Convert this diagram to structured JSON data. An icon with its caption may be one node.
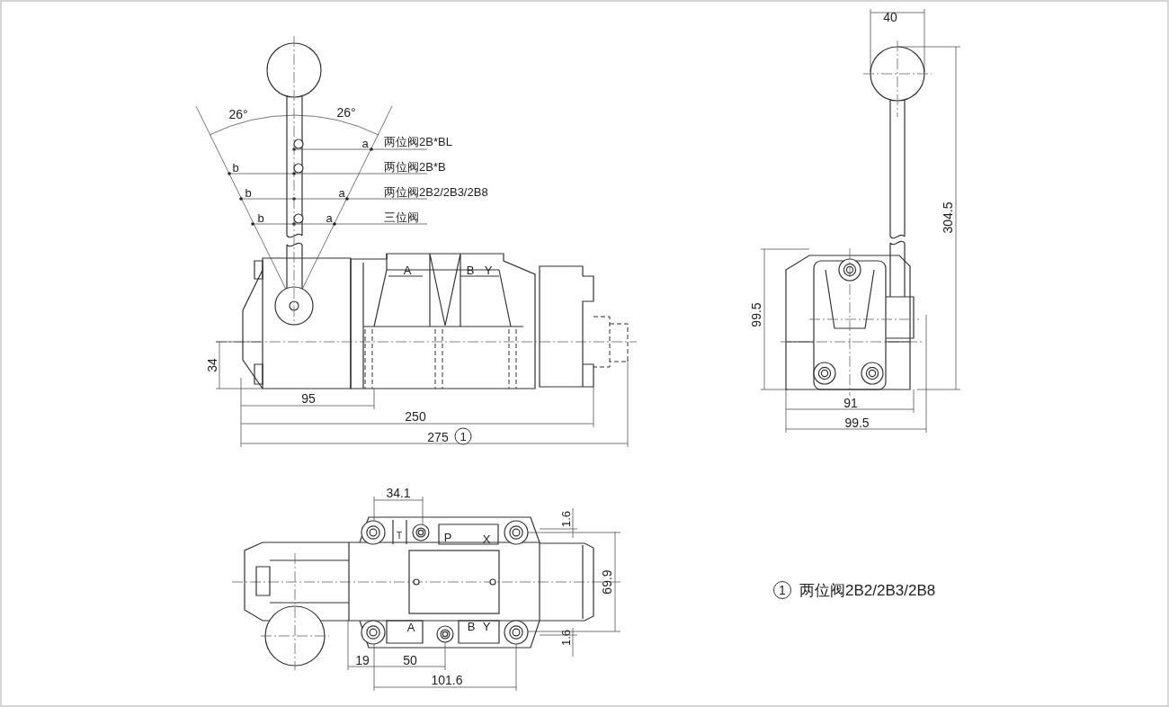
{
  "diagram": {
    "labels": [
      "26°",
      "26°",
      "a",
      "两位阀2B*BL",
      "b",
      "两位阀2B*B",
      "b",
      "a",
      "两位阀2B2/2B3/2B8",
      "b",
      "a",
      "三位阀",
      "A",
      "B",
      "Y",
      "34",
      "95",
      "250",
      "275",
      "1",
      "40",
      "304.5",
      "99.5",
      "91",
      "99.5",
      "34.1",
      "1.6",
      "T",
      "P",
      "X",
      "69.9",
      "A",
      "B",
      "Y",
      "1.6",
      "19",
      "50",
      "101.6",
      "1",
      "两位阀2B2/2B3/2B8"
    ]
  }
}
